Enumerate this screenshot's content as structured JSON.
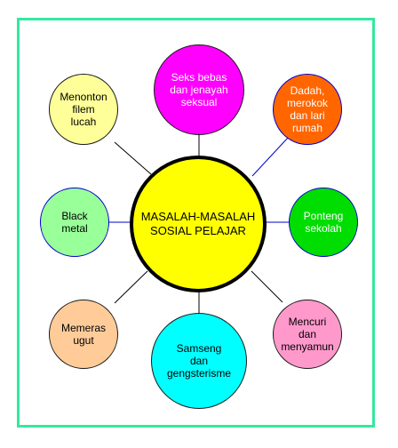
{
  "diagram": {
    "center": {
      "label": "MASALAH-MASALAH\nSOSIAL PELAJAR",
      "color": "#ffff00"
    },
    "nodes": [
      {
        "id": "seks",
        "label": "Seks bebas\ndan jenayah\nseksual",
        "color": "#ff00ff",
        "text_color": "#ffffff",
        "border": "#1a1a1a"
      },
      {
        "id": "dadah",
        "label": "Dadah,\nmerokok\ndan lari\nrumah",
        "color": "#ff6600",
        "text_color": "#ffffff",
        "border": "#0000cc"
      },
      {
        "id": "ponteng",
        "label": "Ponteng\nsekolah",
        "color": "#00dd00",
        "text_color": "#ffffff",
        "border": "#0000cc"
      },
      {
        "id": "mencuri",
        "label": "Mencuri\ndan\nmenyamun",
        "color": "#ff99cc",
        "text_color": "#000000",
        "border": "#1a1a1a"
      },
      {
        "id": "samseng",
        "label": "Samseng\ndan\ngengsterisme",
        "color": "#00ffff",
        "text_color": "#000000",
        "border": "#1a1a1a"
      },
      {
        "id": "memeras",
        "label": "Memeras\nugut",
        "color": "#ffcc99",
        "text_color": "#000000",
        "border": "#1a1a1a"
      },
      {
        "id": "black",
        "label": "Black\nmetal",
        "color": "#99ff99",
        "text_color": "#000000",
        "border": "#0000cc"
      },
      {
        "id": "menonton",
        "label": "Menonton\nfilem\nlucah",
        "color": "#ffff99",
        "text_color": "#000000",
        "border": "#1a1a1a"
      }
    ]
  }
}
